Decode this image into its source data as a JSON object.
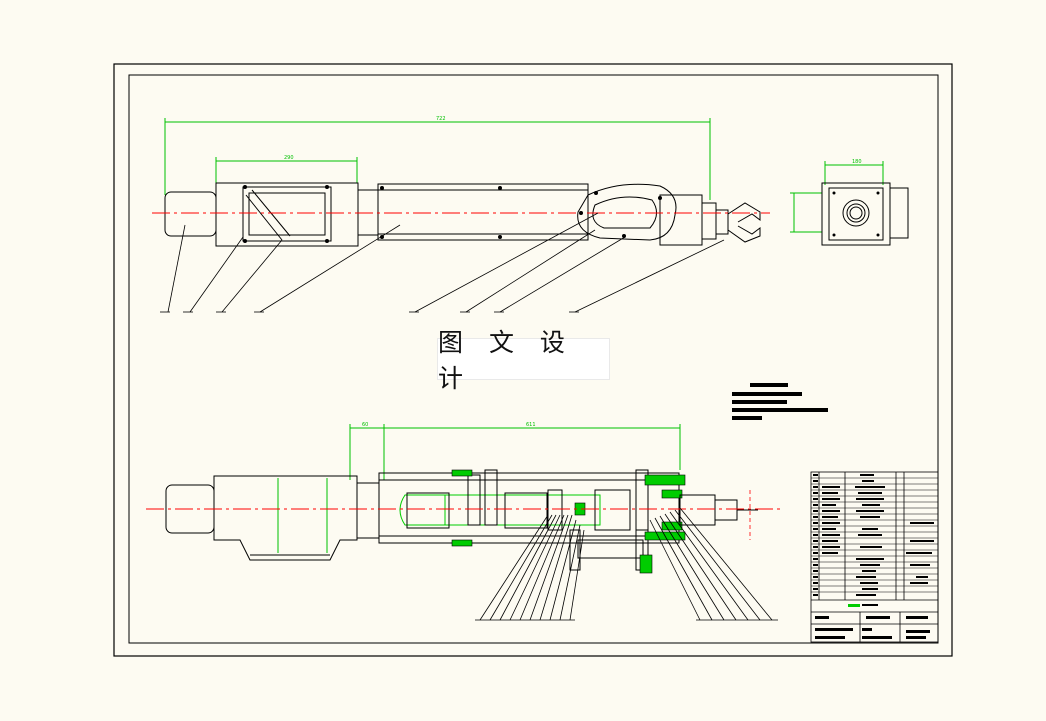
{
  "watermark": {
    "text": "图 文 设 计"
  },
  "colors": {
    "paper": "#fdfbf2",
    "outline": "#000000",
    "dimension": "#00c000",
    "centerline": "#ff0000",
    "fill_green": "#00cc00"
  },
  "drawing": {
    "views": [
      "top-view",
      "end-view",
      "section-view"
    ],
    "title_block_present": true
  }
}
